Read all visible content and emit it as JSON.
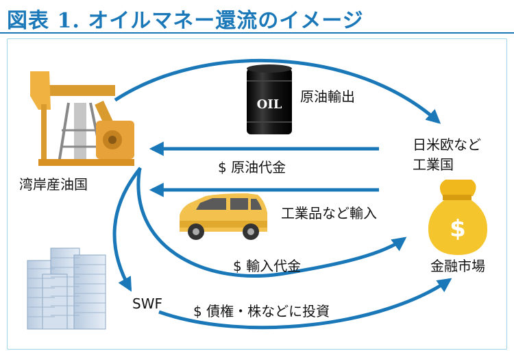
{
  "title": "図表 1. オイルマネー還流のイメージ",
  "nodes": {
    "gulf_countries": "湾岸産油国",
    "industrial_countries_line1": "日米欧など",
    "industrial_countries_line2": "工業国",
    "financial_markets": "金融市場",
    "swf": "SWF"
  },
  "flows": {
    "crude_export": "原油輸出",
    "crude_payment": "$ 原油代金",
    "industrial_imports": "工業品など輸入",
    "import_payment": "$ 輸入代金",
    "swf_investment": "$ 債権・株などに投資"
  },
  "icons": {
    "barrel_text": "OIL",
    "money_bag_symbol": "$"
  },
  "colors": {
    "title": "#1a78b8",
    "arrow": "#1a78b8",
    "panel_border": "#9ed6e8",
    "pumpjack": "#e8a23a",
    "car": "#f2c14e",
    "money_bag": "#f0b81c",
    "barrel": "#1a1a1a"
  }
}
